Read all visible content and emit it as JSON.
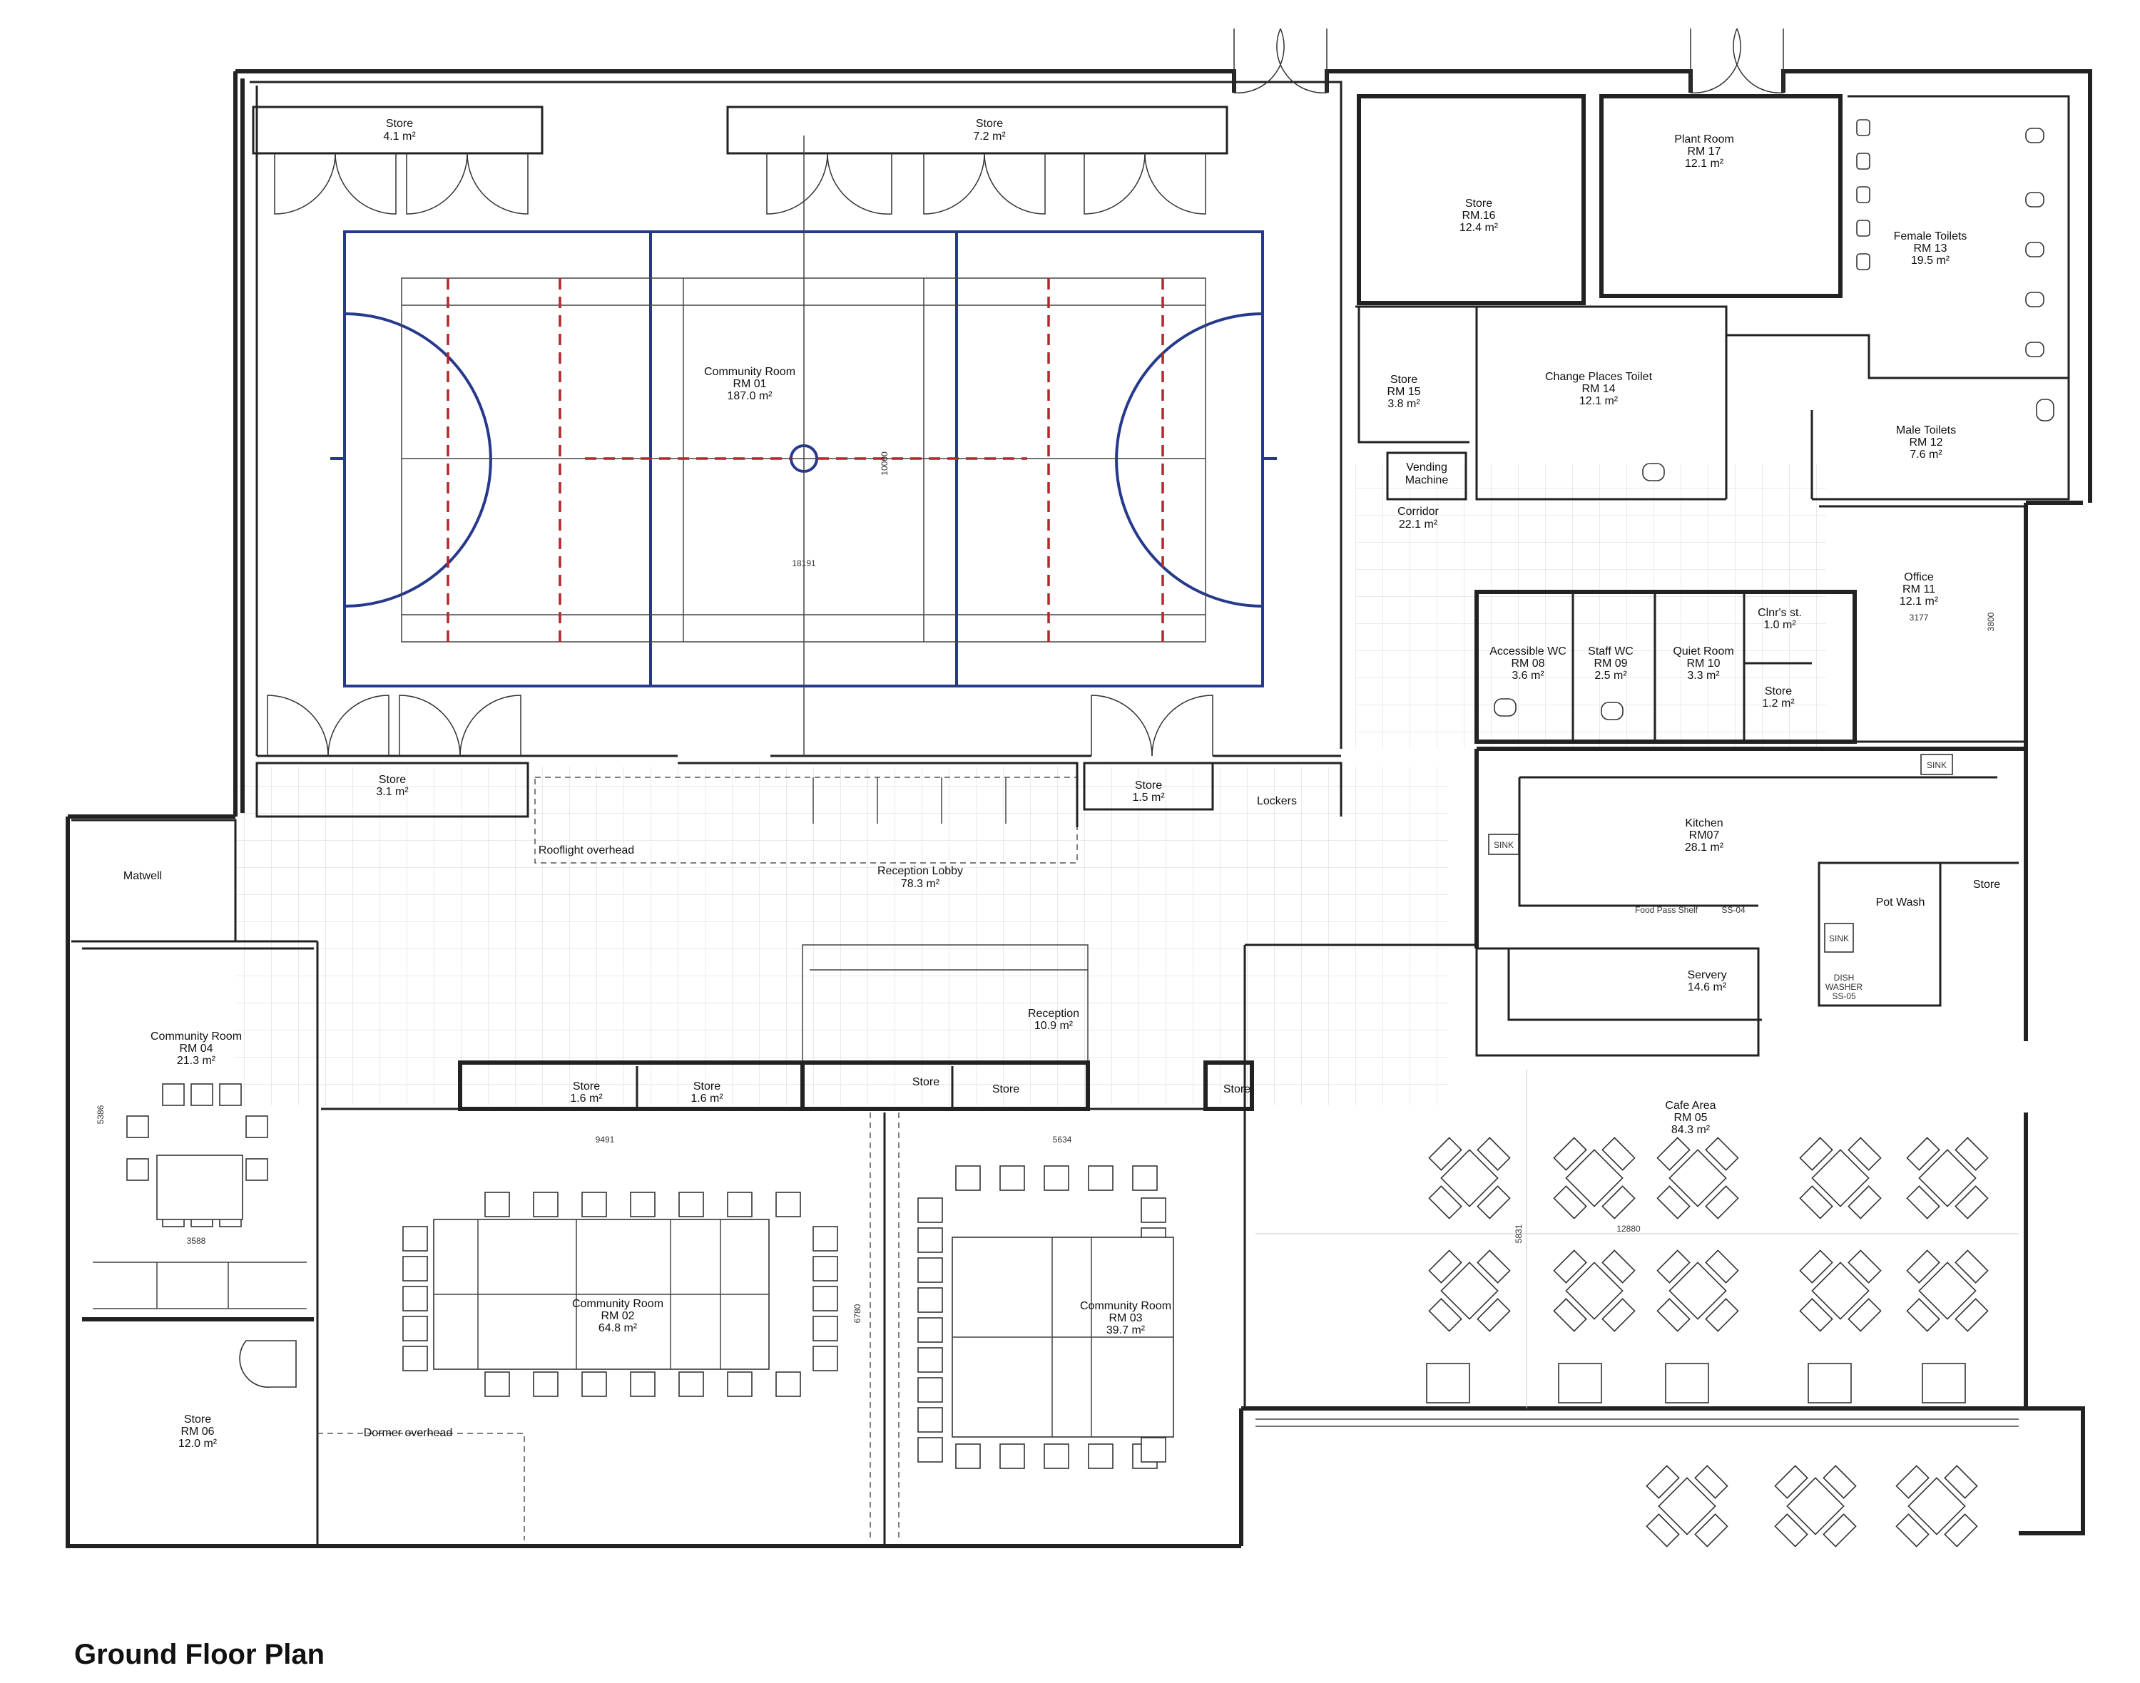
{
  "title": "Ground Floor Plan",
  "rooms": {
    "store_top_left": {
      "name": "Store",
      "area": "4.1 m²"
    },
    "store_top_mid": {
      "name": "Store",
      "area": "7.2 m²"
    },
    "community_01": {
      "name": "Community Room",
      "rm": "RM 01",
      "area": "187.0 m²"
    },
    "store_16": {
      "name": "Store",
      "rm": "RM.16",
      "area": "12.4 m²"
    },
    "plant_17": {
      "name": "Plant Room",
      "rm": "RM 17",
      "area": "12.1 m²"
    },
    "female_13": {
      "name": "Female Toilets",
      "rm": "RM 13",
      "area": "19.5 m²"
    },
    "store_15": {
      "name": "Store",
      "rm": "RM 15",
      "area": "3.8 m²"
    },
    "changing_14": {
      "name": "Change Places Toilet",
      "rm": "RM 14",
      "area": "12.1 m²"
    },
    "male_12": {
      "name": "Male Toilets",
      "rm": "RM 12",
      "area": "7.6 m²"
    },
    "vending": {
      "line1": "Vending",
      "line2": "Machine"
    },
    "corridor": {
      "name": "Corridor",
      "area": "22.1 m²"
    },
    "office_11": {
      "name": "Office",
      "rm": "RM 11",
      "area": "12.1 m²"
    },
    "accessible_08": {
      "name": "Accessible WC",
      "rm": "RM 08",
      "area": "3.6 m²"
    },
    "staff_09": {
      "name": "Staff WC",
      "rm": "RM 09",
      "area": "2.5 m²"
    },
    "quiet_10": {
      "name": "Quiet Room",
      "rm": "RM 10",
      "area": "3.3 m²"
    },
    "clnr": {
      "name": "Clnr's st.",
      "area": "1.0 m²"
    },
    "store_small_12": {
      "name": "Store",
      "area": "1.2 m²"
    },
    "store_31": {
      "name": "Store",
      "area": "3.1 m²"
    },
    "store_15b": {
      "name": "Store",
      "area": "1.5 m²"
    },
    "lockers": "Lockers",
    "rooflight": "Rooflight overhead",
    "reception_lobby": {
      "name": "Reception Lobby",
      "area": "78.3 m²"
    },
    "kitchen": {
      "name": "Kitchen",
      "rm": "RM07",
      "area": "28.1 m²"
    },
    "matwell": "Matwell",
    "community_04": {
      "name": "Community Room",
      "rm": "RM 04",
      "area": "21.3 m²"
    },
    "reception": {
      "name": "Reception",
      "area": "10.9 m²"
    },
    "pot_wash": "Pot Wash",
    "store_right": "Store",
    "servery": {
      "name": "Servery",
      "area": "14.6 m²"
    },
    "store_16a": {
      "name": "Store",
      "area": "1.6 m²"
    },
    "store_16b": {
      "name": "Store",
      "area": "1.6 m²"
    },
    "store_plain1": "Store",
    "store_plain2": "Store",
    "store_plain3": "Store",
    "cafe": {
      "name": "Cafe Area",
      "rm": "RM 05",
      "area": "84.3 m²"
    },
    "community_02": {
      "name": "Community Room",
      "rm": "RM 02",
      "area": "64.8 m²"
    },
    "community_03": {
      "name": "Community Room",
      "rm": "RM 03",
      "area": "39.7 m²"
    },
    "store_06": {
      "name": "Store",
      "rm": "RM 06",
      "area": "12.0 m²"
    },
    "dormer": "Dormer overhead"
  },
  "fixtures": {
    "sink": "SINK",
    "food_pass": "Food Pass Shelf",
    "ss04": "SS-04",
    "ss05": "SS-05",
    "dish1": "DISH",
    "dish2": "WASHER"
  },
  "dimensions": {
    "d_10000": "10000",
    "d_18191": "18191",
    "d_3177": "3177",
    "d_3800": "3800",
    "d_9491": "9491",
    "d_5634": "5634",
    "d_5386": "5386",
    "d_3588": "3588",
    "d_6780": "6780",
    "d_12880": "12880",
    "d_5831": "5831"
  },
  "colors": {
    "court_line": "#26398c",
    "court_dash": "#b3262b",
    "wall": "#222222",
    "grid": "#c9c9c9"
  }
}
